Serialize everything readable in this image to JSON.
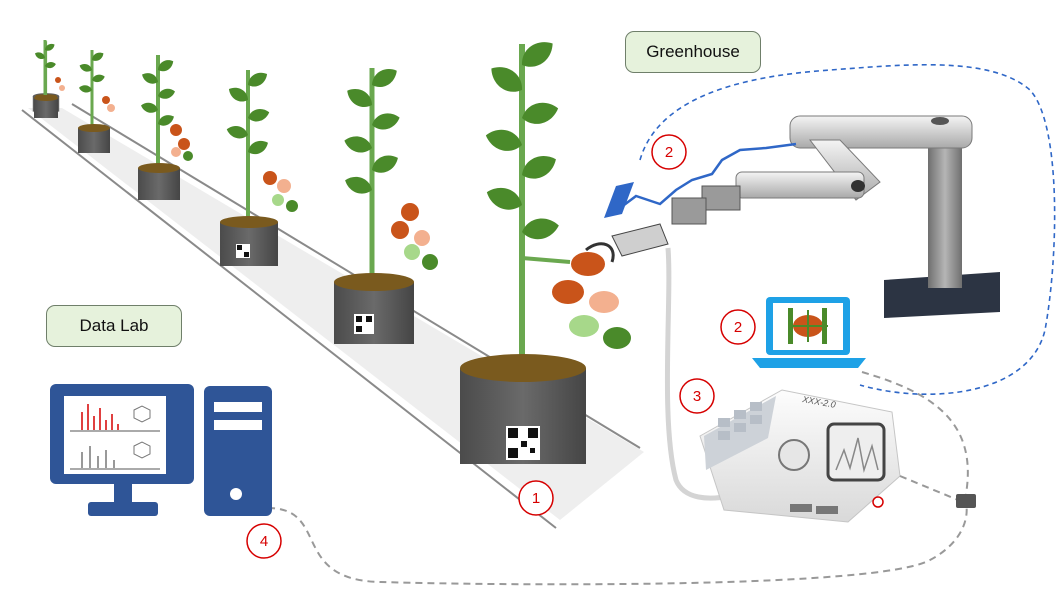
{
  "labels": {
    "greenhouse": "Greenhouse",
    "data_lab": "Data Lab",
    "device_model": "XXX-2.0"
  },
  "steps": {
    "step1": "1",
    "step2_robot": "2",
    "step2_laptop": "2",
    "step3": "3",
    "step4": "4"
  },
  "colors": {
    "leaf": "#4a8a2a",
    "stem": "#6aa84f",
    "fruit_dark": "#c9541a",
    "fruit_light": "#f3b08f",
    "fruit_green": "#a7d88a",
    "pot": "#5d5d5d",
    "soil": "#7a5a1e",
    "monitor_blue": "#2f5597",
    "laptop_blue": "#1ea1e6",
    "robot_blue": "#2f67c7",
    "step_red": "#d60000",
    "label_bg": "#e6f2dc"
  }
}
